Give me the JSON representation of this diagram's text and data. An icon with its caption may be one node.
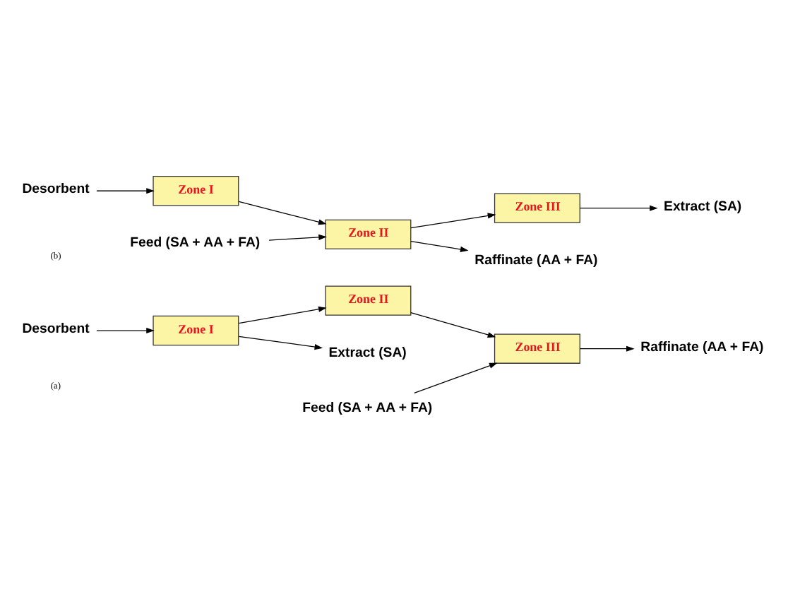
{
  "diagram": {
    "nodes": [
      {
        "text": [
          "Desorbent"
        ]
      },
      {
        "text": [
          "Zone I"
        ]
      },
      {
        "text": [
          "Zone II"
        ]
      },
      {
        "text": [
          "Zone III"
        ]
      },
      {
        "text": [
          "Feed (SA + AA + FA)"
        ]
      },
      {
        "text": [
          "Extract (SA)"
        ]
      },
      {
        "text": [
          "Raffinate (AA + FA)"
        ]
      },
      {
        "text": [
          "Desorbent"
        ]
      },
      {
        "text": [
          "Zone I"
        ]
      },
      {
        "text": [
          "Zone II"
        ]
      },
      {
        "text": [
          "Zone III"
        ]
      },
      {
        "text": [
          "Feed (SA + AA + FA)"
        ]
      },
      {
        "text": [
          "Raffinate (AA + FA)"
        ]
      },
      {
        "text": [
          "Extract (SA)"
        ]
      }
    ],
    "edges": [
      {
        "from": 0,
        "to": 1,
        "arrow": "to"
      },
      {
        "from": 1,
        "to": 2,
        "arrow": "to"
      },
      {
        "from": 2,
        "to": 3,
        "arrow": "to"
      },
      {
        "from": 1,
        "to": 5,
        "arrow": "to"
      },
      {
        "from": 4,
        "to": 3,
        "arrow": "to"
      },
      {
        "from": 3,
        "to": 6,
        "arrow": "to"
      },
      {
        "from": 7,
        "to": 8,
        "arrow": "to"
      },
      {
        "from": 8,
        "to": 9,
        "arrow": "to"
      },
      {
        "from": 9,
        "to": 10,
        "arrow": "to"
      },
      {
        "from": 11,
        "to": 9,
        "arrow": "to"
      },
      {
        "from": 9,
        "to": 12,
        "arrow": "to"
      },
      {
        "from": 10,
        "to": 13,
        "arrow": "to"
      }
    ],
    "labels": [
      "(a)",
      "(b)"
    ]
  }
}
